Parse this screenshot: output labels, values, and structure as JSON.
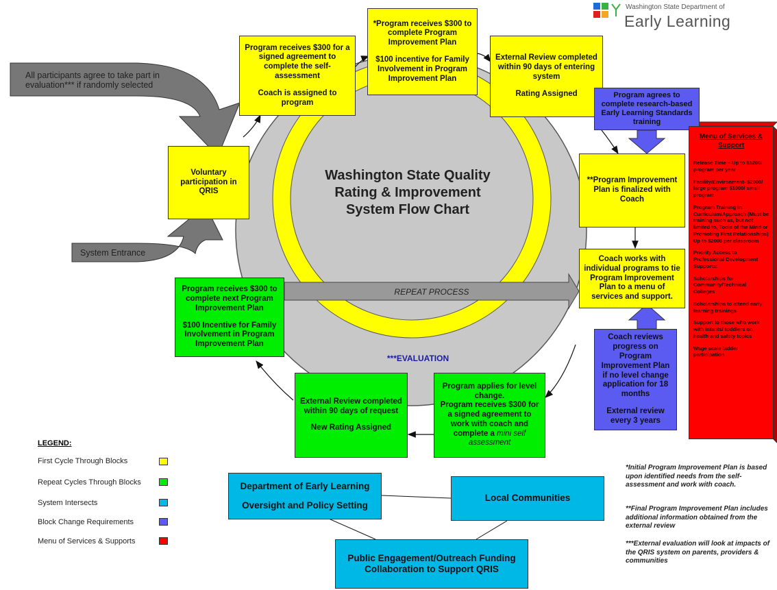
{
  "logo": {
    "org": "Washington State Department of",
    "name": "Early Learning"
  },
  "center_title": "Washington State Quality Rating & Improvement System Flow Chart",
  "labels": {
    "all_participants": "All participants agree to take part in evaluation*** if randomly selected",
    "system_entrance": "System Entrance",
    "repeat_process": "REPEAT PROCESS",
    "evaluation": "***EVALUATION"
  },
  "boxes": {
    "voluntary": "Voluntary participation in QRIS",
    "signed_agreement": {
      "line1": "Program receives $300 for a signed agreement to complete the self-assessment",
      "line2": "Coach is assigned to program"
    },
    "pip_300": {
      "line1": "*Program receives $300 to complete Program Improvement Plan",
      "line2": "$100 incentive for Family Involvement in Program Improvement Plan"
    },
    "external_review_1": {
      "line1": "External Review completed within 90 days of entering system",
      "line2": "Rating Assigned"
    },
    "research_training": "Program agrees to complete research-based Early Learning Standards training",
    "pip_finalized": "**Program Improvement Plan is finalized with Coach",
    "coach_works": "Coach works with individual programs to tie Program Improvement Plan to a menu of services and support.",
    "coach_reviews": {
      "line1": "Coach reviews progress on Program Improvement Plan if no level change application for 18 months",
      "line2": "External review every 3 years"
    },
    "level_change": {
      "line1": "Program applies for level change.",
      "line2": "Program receives $300 for a signed agreement to work with coach and complete a ",
      "line2_italic": "mini self assessment"
    },
    "external_review_2": {
      "line1": "External Review completed within 90 days of request",
      "line2": "New Rating Assigned"
    },
    "next_pip": {
      "line1": "Program receives $300 to complete next Program Improvement Plan",
      "line2": "$100 Incentive for Family Involvement in Program Improvement Plan"
    },
    "del_oversight": {
      "line1": "Department of Early Learning",
      "line2": "Oversight and Policy Setting"
    },
    "local_communities": "Local Communities",
    "public_engagement": "Public Engagement/Outreach Funding Collaboration to Support QRIS"
  },
  "menu": {
    "title": "Menu of Services & Support",
    "items": [
      "Release Time – Up to $1200/ program per year",
      "Facility/Environment- $2000/ large program $1000/ small program",
      "Program Training in Curriculum/Approach (Must be training such as, but not limited to, Tools of the Mind or Promoting First Relationships) Up to $2000 per classroom",
      "Priority Access to Professional Development Supports:",
      "Scholarships for Community/Technical Colleges",
      "Scholarships to attend early learning trainings",
      "Support to those who work with infants/ toddlers on health and safety topics",
      "Wage scale ladder participation"
    ]
  },
  "legend": {
    "title": "LEGEND:",
    "items": [
      {
        "label": "First Cycle Through Blocks",
        "color": "#ffff00"
      },
      {
        "label": "Repeat Cycles Through Blocks",
        "color": "#00ee00"
      },
      {
        "label": "System Intersects",
        "color": "#00b8e6"
      },
      {
        "label": "Block Change Requirements",
        "color": "#5b5bf2"
      },
      {
        "label": "Menu of Services & Supports",
        "color": "#ff0000"
      }
    ]
  },
  "notes": [
    "*Initial Program Improvement Plan is based upon identified needs from the self-assessment and work with coach.",
    "**Final Program Improvement Plan includes additional information obtained from the external review",
    "***External evaluation will look at impacts of the QRIS system on parents, providers & communities"
  ],
  "colors": {
    "first_cycle": "#ffff00",
    "repeat_cycle": "#00ee00",
    "system_intersects": "#00b8e6",
    "block_change": "#5b5bf2",
    "menu": "#ff0000",
    "circle_gray": "#c8c8c8",
    "ring_yellow": "#ffff00"
  }
}
